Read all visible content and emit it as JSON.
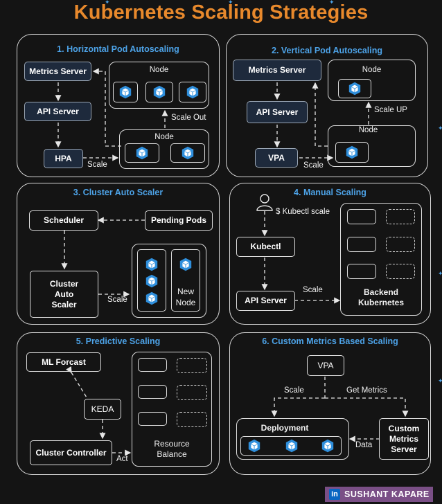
{
  "title": "Kubernetes Scaling Strategies",
  "footer": {
    "brand_icon": "in",
    "author": "SUSHANT KAPARE"
  },
  "colors": {
    "title": "#e8892c",
    "panel_title": "#4da3e8",
    "pod_icon": "#2f8fdc",
    "navy_box": "#1e2a3c"
  },
  "icons": {
    "pod": "kubernetes-pod-icon",
    "user": "user-icon"
  },
  "panels": {
    "hpa": {
      "title": "1. Horizontal Pod Autoscaling",
      "metrics_server": "Metrics Server",
      "api_server": "API Server",
      "hpa": "HPA",
      "node_top": "Node",
      "node_bottom": "Node",
      "scale_out": "Scale Out",
      "scale": "Scale"
    },
    "vpa": {
      "title": "2. Vertical Pod Autoscaling",
      "metrics_server": "Metrics Server",
      "api_server": "API Server",
      "vpa": "VPA",
      "node_top": "Node",
      "node_bottom": "Node",
      "scale_up": "Scale UP",
      "scale": "Scale"
    },
    "cas": {
      "title": "3. Cluster Auto Scaler",
      "scheduler": "Scheduler",
      "pending_pods": "Pending Pods",
      "cluster_auto_scaler": "Cluster\nAuto\nScaler",
      "scale": "Scale",
      "new_node": "New\nNode"
    },
    "manual": {
      "title": "4. Manual Scaling",
      "command": "$ Kubectl scale",
      "kubectl": "Kubectl",
      "api_server": "API Server",
      "scale": "Scale",
      "backend": "Backend\nKubernetes"
    },
    "predictive": {
      "title": "5. Predictive Scaling",
      "ml_forcast": "ML Forcast",
      "keda": "KEDA",
      "cluster_controller": "Cluster Controller",
      "act": "Act",
      "resource_balance": "Resource\nBalance"
    },
    "custom": {
      "title": "6. Custom Metrics Based Scaling",
      "vpa": "VPA",
      "scale": "Scale",
      "get_metrics": "Get Metrics",
      "deployment": "Deployment",
      "data": "Data",
      "custom_metrics_server": "Custom\nMetrics\nServer"
    }
  }
}
